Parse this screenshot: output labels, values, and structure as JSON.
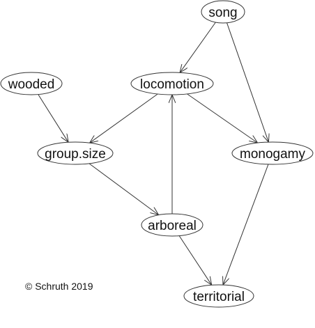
{
  "diagram": {
    "nodes": [
      {
        "id": "song",
        "label": "song"
      },
      {
        "id": "wooded",
        "label": "wooded"
      },
      {
        "id": "locomotion",
        "label": "locomotion"
      },
      {
        "id": "group_size",
        "label": "group.size"
      },
      {
        "id": "monogamy",
        "label": "monogamy"
      },
      {
        "id": "arboreal",
        "label": "arboreal"
      },
      {
        "id": "territorial",
        "label": "territorial"
      }
    ],
    "edges": [
      {
        "from": "song",
        "to": "locomotion"
      },
      {
        "from": "song",
        "to": "monogamy"
      },
      {
        "from": "wooded",
        "to": "group_size"
      },
      {
        "from": "locomotion",
        "to": "group_size"
      },
      {
        "from": "locomotion",
        "to": "monogamy"
      },
      {
        "from": "group_size",
        "to": "arboreal"
      },
      {
        "from": "arboreal",
        "to": "locomotion"
      },
      {
        "from": "arboreal",
        "to": "territorial"
      },
      {
        "from": "monogamy",
        "to": "territorial"
      }
    ],
    "stroke_color": "#333333"
  },
  "footer": {
    "copyright": "© Schruth 2019"
  }
}
